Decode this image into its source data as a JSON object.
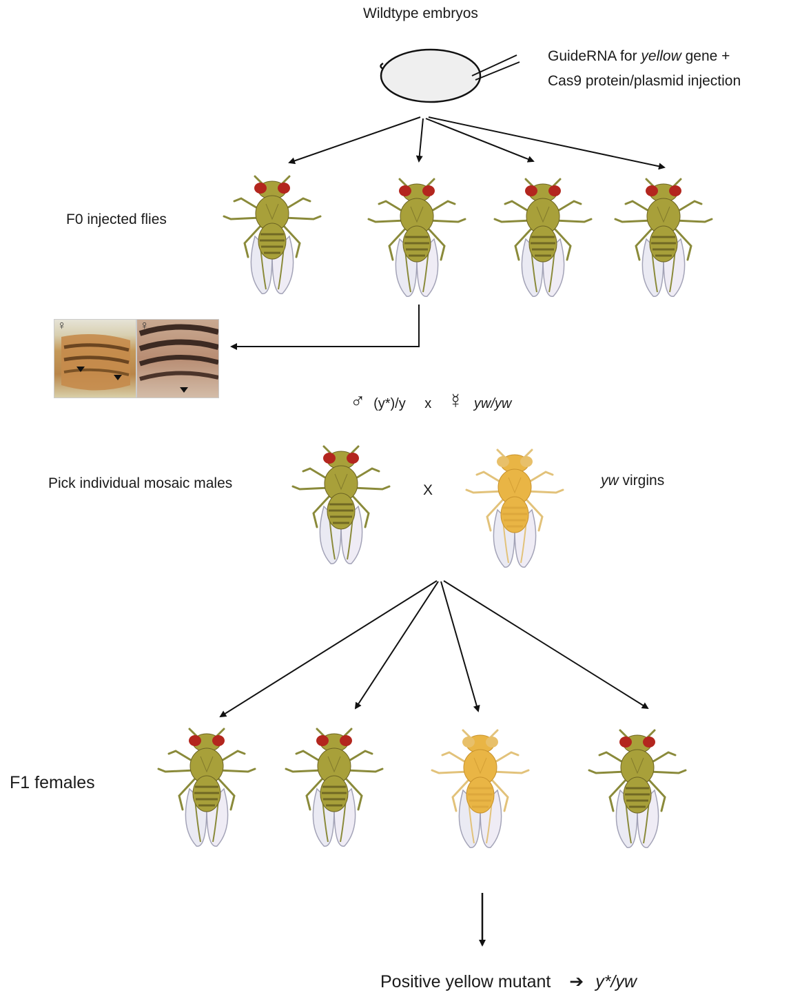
{
  "labels": {
    "embryos": "Wildtype embryos",
    "injection_line1_pre": "GuideRNA for ",
    "injection_line1_gene": "yellow",
    "injection_line1_post": " gene +",
    "injection_line2": "Cas9 protein/plasmid injection",
    "f0": "F0 injected flies",
    "pick": "Pick individual mosaic males",
    "cross_x": "X",
    "yw_gene": "yw",
    "yw_virgins_rest": " virgins",
    "f1": "F1 females",
    "result": "Positive yellow mutant",
    "result_genotype": "y*/yw"
  },
  "cross": {
    "male_symbol": "♂",
    "male_genotype": "(y*)/y",
    "times": "x",
    "female_symbol": "☿",
    "female_genotype": "yw/yw"
  },
  "photos": {
    "left_symbol": "♀",
    "right_symbol": "♀"
  },
  "flies": {
    "f0": [
      "wildtype",
      "wildtype",
      "wildtype",
      "wildtype"
    ],
    "parents": [
      "wildtype",
      "yellow"
    ],
    "f1": [
      "wildtype",
      "wildtype",
      "yellow",
      "wildtype"
    ]
  },
  "colors": {
    "wildtype_body": "#a8a03a",
    "yellow_body": "#e9b545",
    "eye": "#b3261e",
    "arrow": "#111111"
  }
}
